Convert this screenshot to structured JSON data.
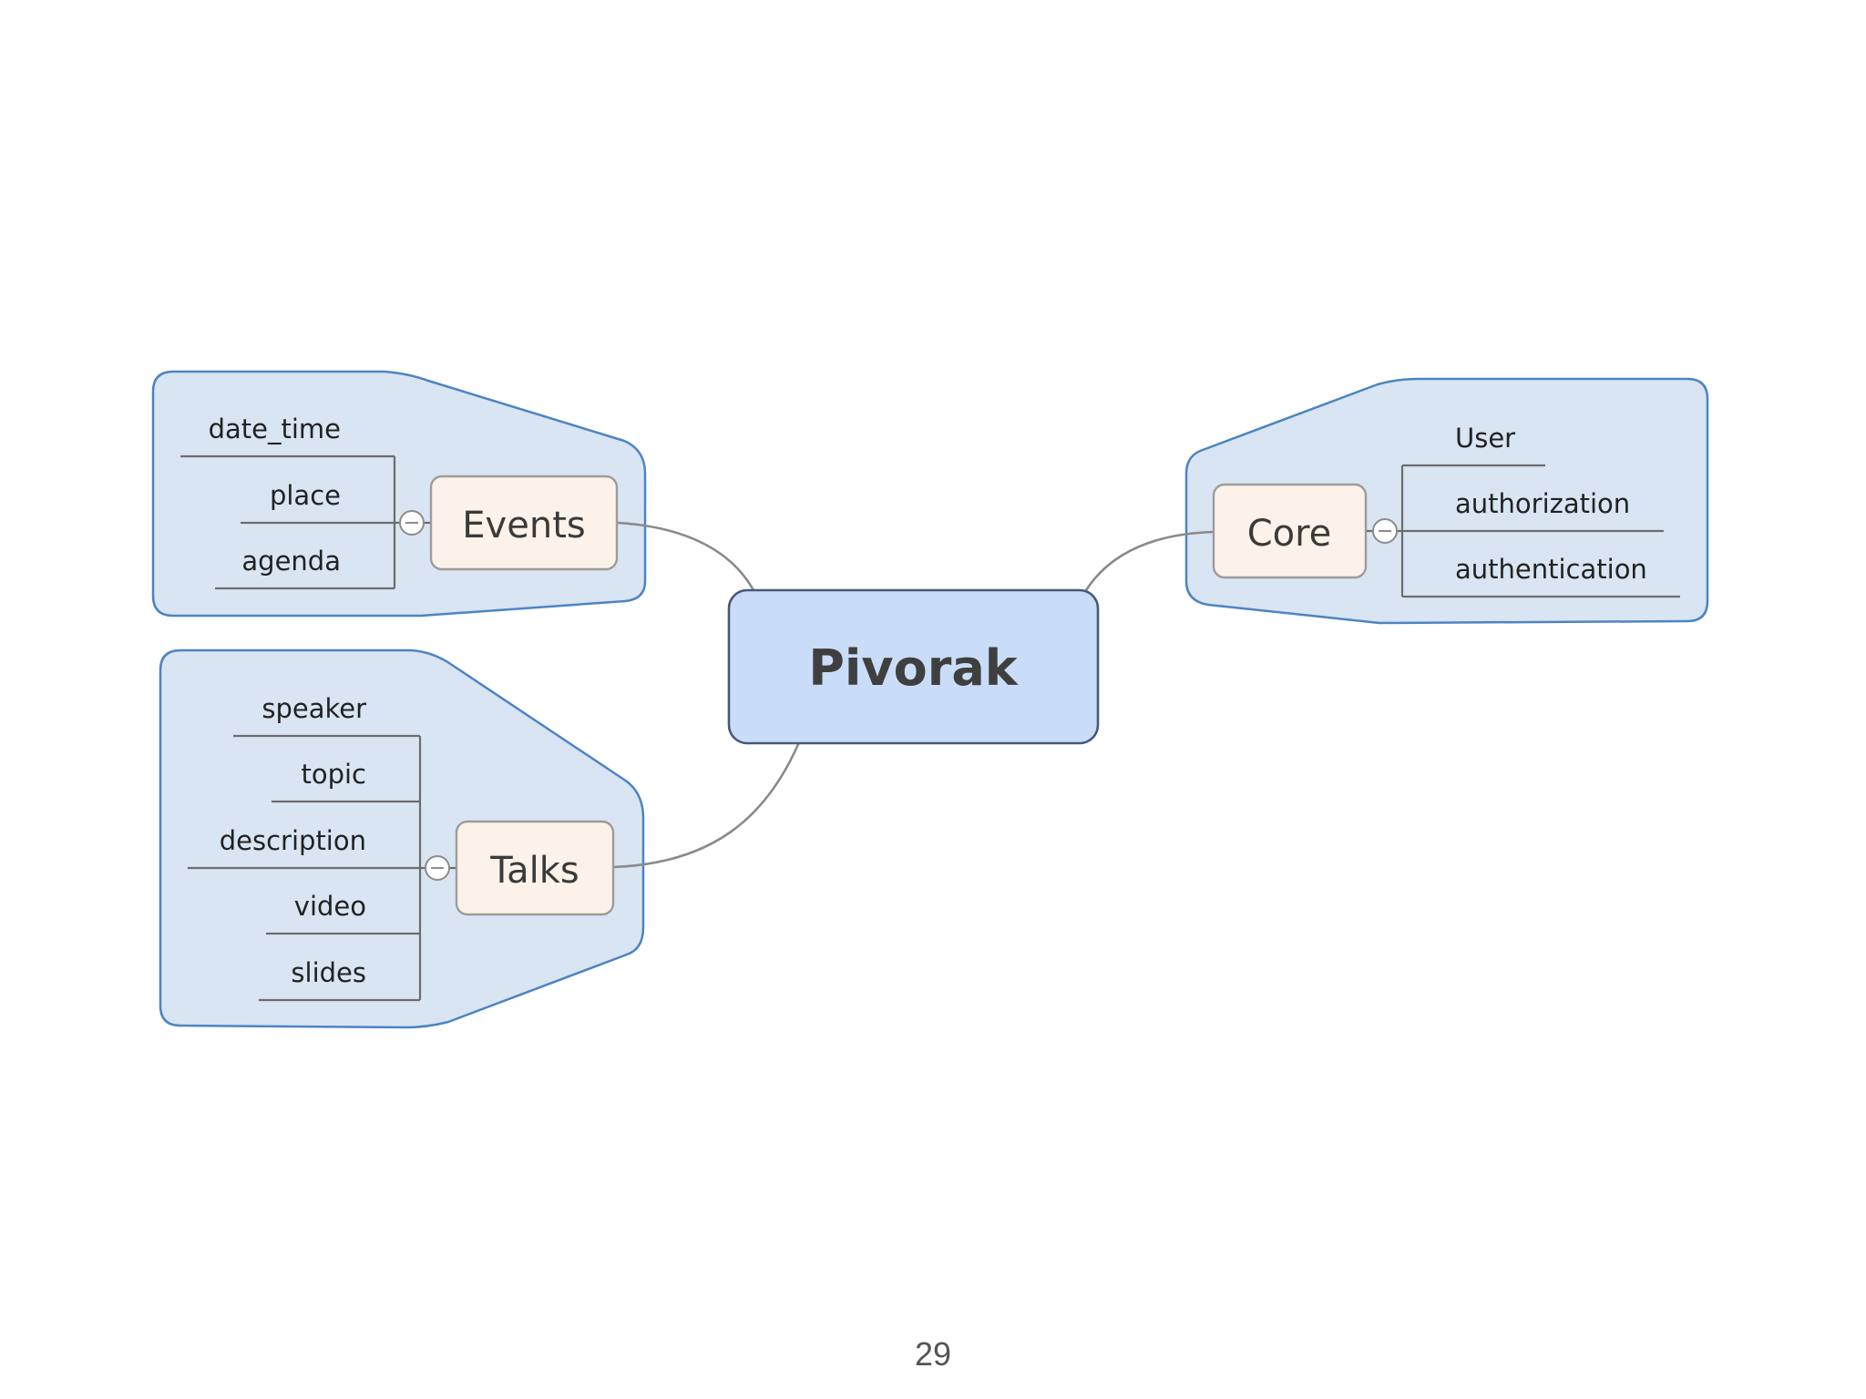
{
  "root": {
    "label": "Pivorak"
  },
  "branches": {
    "events": {
      "label": "Events",
      "leaves": [
        "date_time",
        "place",
        "agenda"
      ]
    },
    "talks": {
      "label": "Talks",
      "leaves": [
        "speaker",
        "topic",
        "description",
        "video",
        "slides"
      ]
    },
    "core": {
      "label": "Core",
      "leaves": [
        "User",
        "authorization",
        "authentication"
      ]
    }
  },
  "slide": {
    "page_number": "29"
  },
  "colors": {
    "root_fill": "#c9dcf8",
    "branch_fill": "#fdf2ea",
    "cluster_fill": "#d9e5f3",
    "cluster_border": "#4d84c2"
  }
}
